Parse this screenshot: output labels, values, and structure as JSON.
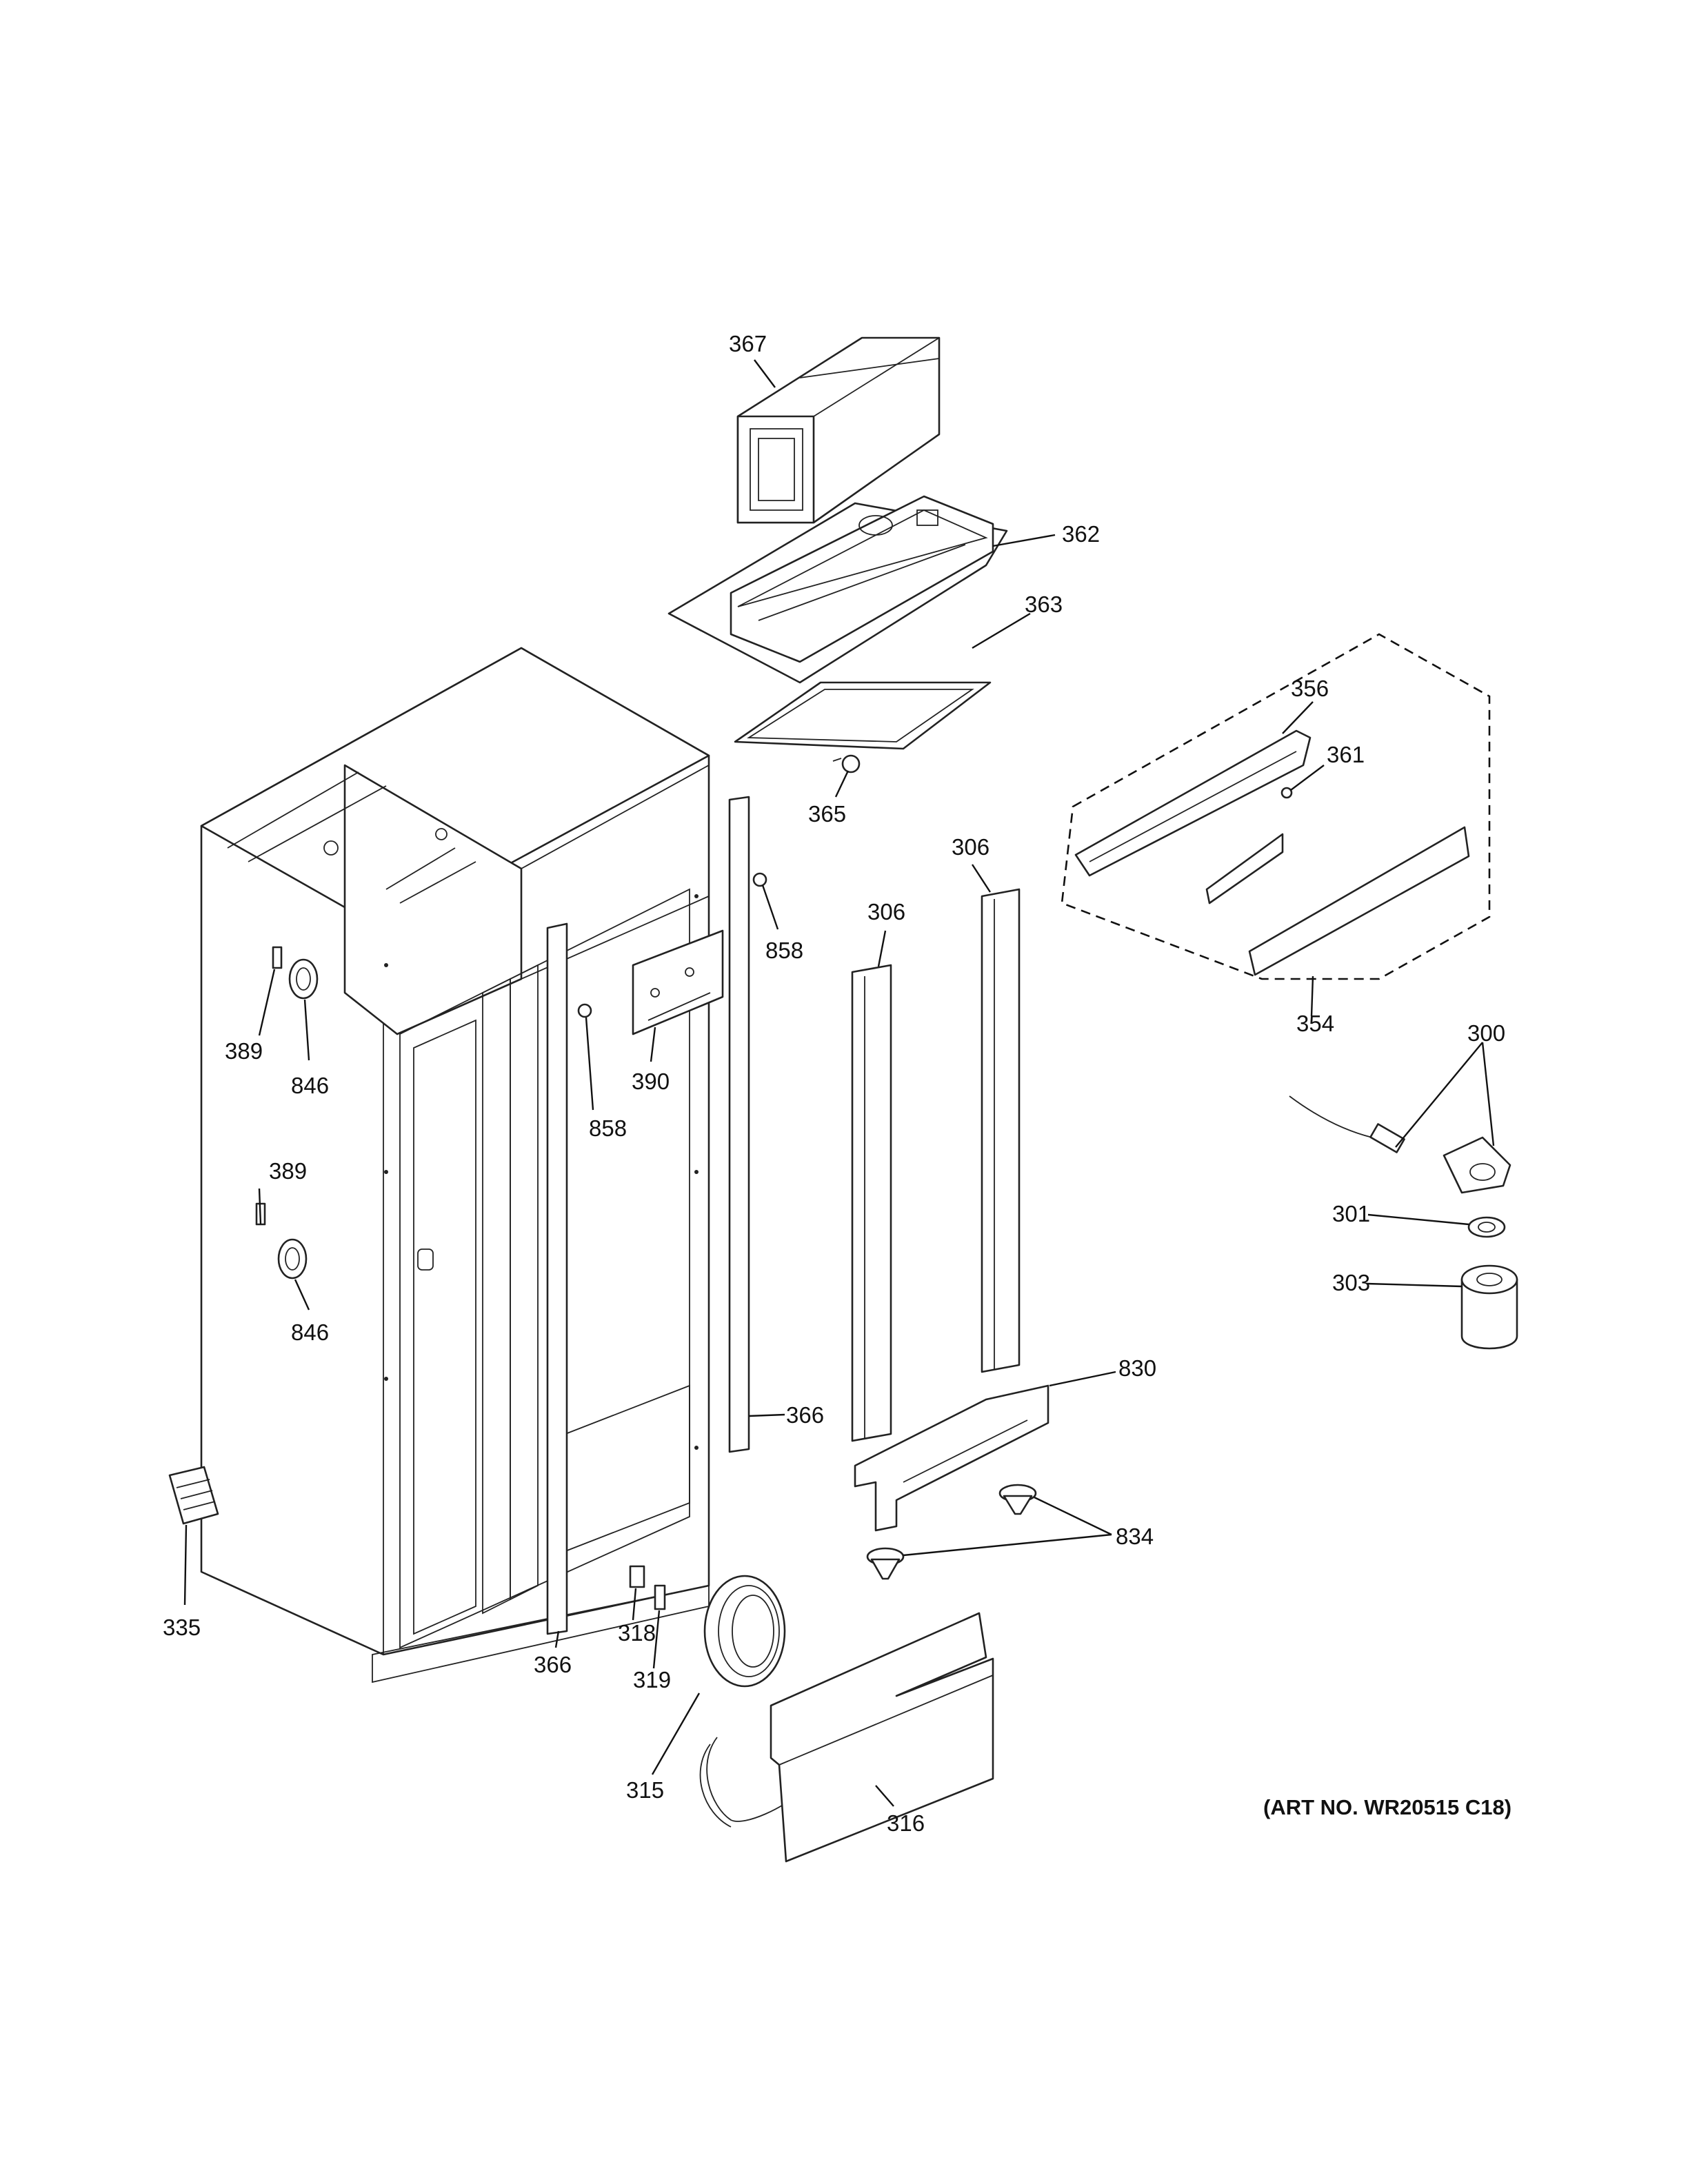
{
  "diagram": {
    "art_number": "(ART NO. WR20515 C18)",
    "callouts": {
      "c367": "367",
      "c362": "362",
      "c363": "363",
      "c365": "365",
      "c356": "356",
      "c361": "361",
      "c354": "354",
      "c306a": "306",
      "c306b": "306",
      "c858a": "858",
      "c858b": "858",
      "c390": "390",
      "c389a": "389",
      "c389b": "389",
      "c846a": "846",
      "c846b": "846",
      "c300": "300",
      "c301": "301",
      "c303": "303",
      "c830": "830",
      "c834": "834",
      "c366a": "366",
      "c366b": "366",
      "c335": "335",
      "c318": "318",
      "c319": "319",
      "c315": "315",
      "c316": "316"
    }
  }
}
